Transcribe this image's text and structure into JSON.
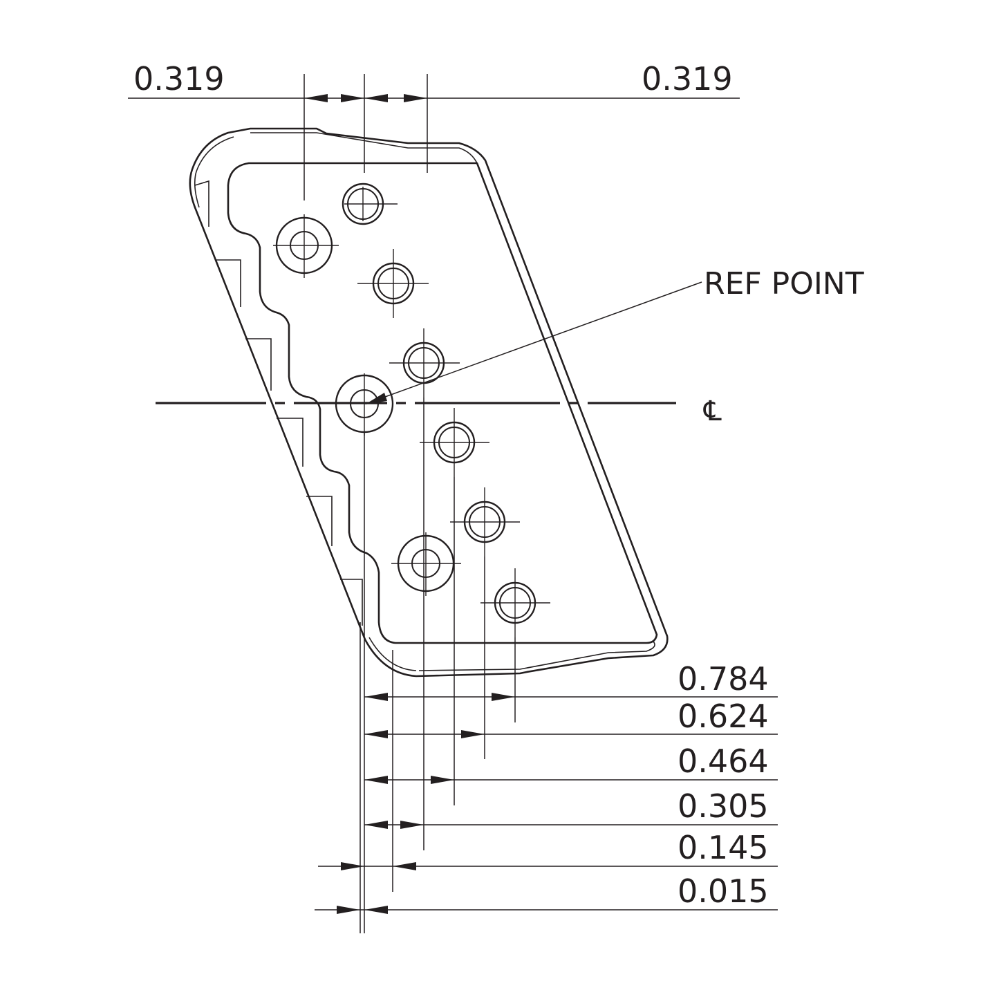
{
  "top_dimensions": {
    "left": "0.319",
    "right": "0.319"
  },
  "callout": {
    "ref_point": "REF POINT"
  },
  "centerline": {
    "symbol": "℄"
  },
  "offset_dimensions": [
    "0.784",
    "0.624",
    "0.464",
    "0.305",
    "0.145",
    "0.015"
  ]
}
